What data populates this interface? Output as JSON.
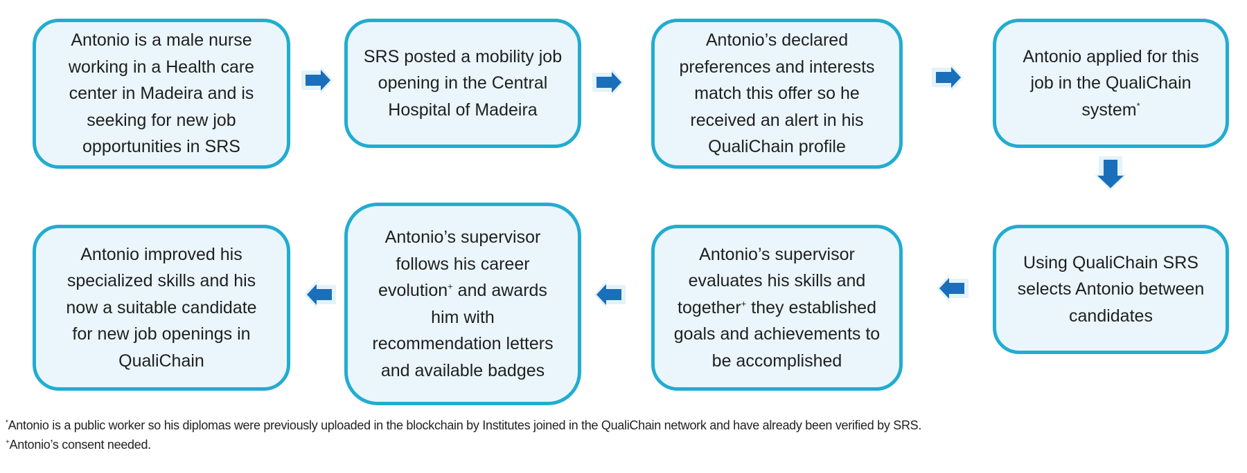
{
  "diagram": {
    "steps": [
      {
        "id": 1,
        "text": "Antonio is a male nurse working in a Health care center in Madeira and is seeking for new job opportunities in SRS",
        "lines": [
          "Antonio is a male nurse",
          "working in a Health care",
          "center in Madeira and is",
          "seeking for new job",
          "opportunities in SRS"
        ]
      },
      {
        "id": 2,
        "text": "SRS posted a mobility job opening in the Central Hospital of Madeira",
        "lines": [
          "SRS posted a mobility job",
          "opening in the Central",
          "Hospital of Madeira"
        ]
      },
      {
        "id": 3,
        "text": "Antonio’s declared preferences and interests match this offer so he received an alert in his QualiChain profile",
        "lines": [
          "Antonio’s declared",
          "preferences and interests",
          "match this offer so he",
          "received an alert in his",
          "QualiChain profile"
        ]
      },
      {
        "id": 4,
        "text": "Antonio applied for this job in the QualiChain system*",
        "lines": [
          "Antonio applied for this",
          "job in the QualiChain",
          "system"
        ],
        "footnote_mark": "*"
      },
      {
        "id": 5,
        "text": "Using QualiChain SRS selects Antonio between candidates",
        "lines": [
          "Using QualiChain SRS",
          "selects Antonio between",
          "candidates"
        ]
      },
      {
        "id": 6,
        "text": "Antonio’s supervisor evaluates his skills and together+ they established goals and achievements to be accomplished",
        "lines": [
          "Antonio’s supervisor",
          "evaluates his skills and",
          "together",
          "they established",
          "goals and achievements to",
          "be accomplished"
        ],
        "footnote_mark": "+"
      },
      {
        "id": 7,
        "text": "Antonio’s supervisor follows his career evolution+ and awards him with recommendation letters and available badges",
        "lines": [
          "Antonio’s supervisor",
          "follows his career",
          "evolution",
          "and awards",
          "him with",
          "recommendation letters",
          "and available badges"
        ],
        "footnote_mark": "+"
      },
      {
        "id": 8,
        "text": "Antonio improved his specialized skills and his now a suitable candidate for new job openings in QualiChain",
        "lines": [
          "Antonio improved his",
          "specialized skills and his",
          "now a suitable candidate",
          "for new job openings in",
          "QualiChain"
        ]
      }
    ],
    "arrows": [
      {
        "from": 1,
        "to": 2,
        "direction": "right"
      },
      {
        "from": 2,
        "to": 3,
        "direction": "right"
      },
      {
        "from": 3,
        "to": 4,
        "direction": "right"
      },
      {
        "from": 4,
        "to": 5,
        "direction": "down"
      },
      {
        "from": 5,
        "to": 6,
        "direction": "left"
      },
      {
        "from": 6,
        "to": 7,
        "direction": "left"
      },
      {
        "from": 7,
        "to": 8,
        "direction": "left"
      }
    ],
    "colors": {
      "box_fill": "#eaf6fb",
      "box_border": "#22acd0",
      "arrow": "#1a6fba"
    }
  },
  "footnotes": [
    {
      "mark": "*",
      "text": "Antonio is a public worker so his diplomas were previously uploaded in the blockchain by Institutes joined in the QualiChain network and have already been verified by SRS."
    },
    {
      "mark": "+",
      "text": "Antonio’s consent needed."
    }
  ]
}
